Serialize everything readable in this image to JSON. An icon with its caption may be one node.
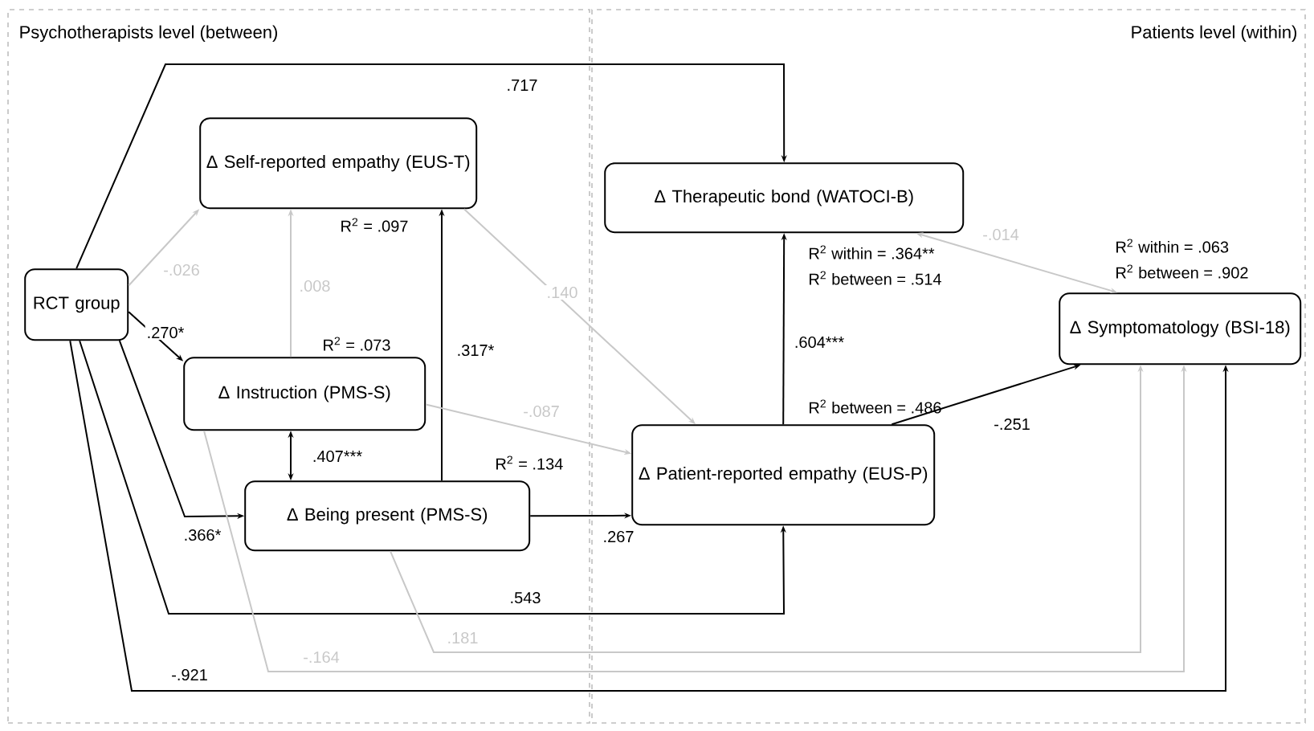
{
  "diagram": {
    "nodes": [
      {
        "text": [
          "Psychotherapists level (between)"
        ]
      },
      {
        "text": [
          "Patients level (within)"
        ]
      },
      {
        "text": [
          "RCT group"
        ],
        "in": 0
      },
      {
        "text": [
          "Δ Self-reported empathy (EUS-T)"
        ],
        "beside": [
          "R$^{2}$ = .097"
        ],
        "in": 0
      },
      {
        "text": [
          "Δ Instruction (PMS-S)"
        ],
        "beside": [
          "R$^{2}$ = .073"
        ],
        "in": 0
      },
      {
        "text": [
          "Δ Being present (PMS-S)"
        ],
        "beside": [
          "R$^{2}$ = .134"
        ],
        "in": 0
      },
      {
        "text": [
          "Δ Therapeutic bond (WATOCI-B)"
        ],
        "beside": [
          "R$^{2}$ within = .364**",
          "R$^{2}$ between = .514"
        ],
        "in": 1
      },
      {
        "text": [
          "Δ Patient-reported empathy (EUS-P)"
        ],
        "beside": [
          "R$^{2}$ between = .486"
        ],
        "in": 1
      },
      {
        "text": [
          "Δ Symptomatology (BSI-18)"
        ],
        "beside": [
          "R$^{2}$ within = .063",
          "R$^{2}$ between = .902"
        ],
        "in": 1
      }
    ],
    "edges": [
      {
        "from": 2,
        "to": 6,
        "arrow": "to",
        "label": ".717"
      },
      {
        "from": 2,
        "to": 3,
        "arrow": "to",
        "label": "-.026",
        "color": "#c8c8c8"
      },
      {
        "from": 2,
        "to": 4,
        "arrow": "to",
        "label": ".270*"
      },
      {
        "from": 2,
        "to": 5,
        "arrow": "to",
        "label": ".366*"
      },
      {
        "from": 2,
        "to": 7,
        "arrow": "to",
        "label": ".543"
      },
      {
        "from": 2,
        "to": 8,
        "arrow": "to",
        "label": "-.921"
      },
      {
        "from": 4,
        "to": 3,
        "arrow": "to",
        "label": ".008",
        "color": "#c8c8c8"
      },
      {
        "from": 4,
        "to": 5,
        "arrow": "both",
        "label": ".407***"
      },
      {
        "from": 5,
        "to": 3,
        "arrow": "to",
        "label": ".317*"
      },
      {
        "from": 3,
        "to": 7,
        "arrow": "to",
        "label": ".140",
        "color": "#c8c8c8"
      },
      {
        "from": 4,
        "to": 7,
        "arrow": "to",
        "label": "-.087",
        "color": "#c8c8c8"
      },
      {
        "from": 5,
        "to": 7,
        "arrow": "to",
        "label": ".267"
      },
      {
        "from": 7,
        "to": 6,
        "arrow": "to",
        "label": ".604***"
      },
      {
        "from": 6,
        "to": 8,
        "arrow": "both",
        "label": "-.014",
        "color": "#c8c8c8"
      },
      {
        "from": 7,
        "to": 8,
        "arrow": "to",
        "label": "-.251"
      },
      {
        "from": 5,
        "to": 8,
        "arrow": "to",
        "label": ".181",
        "color": "#c8c8c8"
      },
      {
        "from": 4,
        "to": 8,
        "arrow": "to",
        "label": "-.164",
        "color": "#c8c8c8"
      }
    ]
  }
}
